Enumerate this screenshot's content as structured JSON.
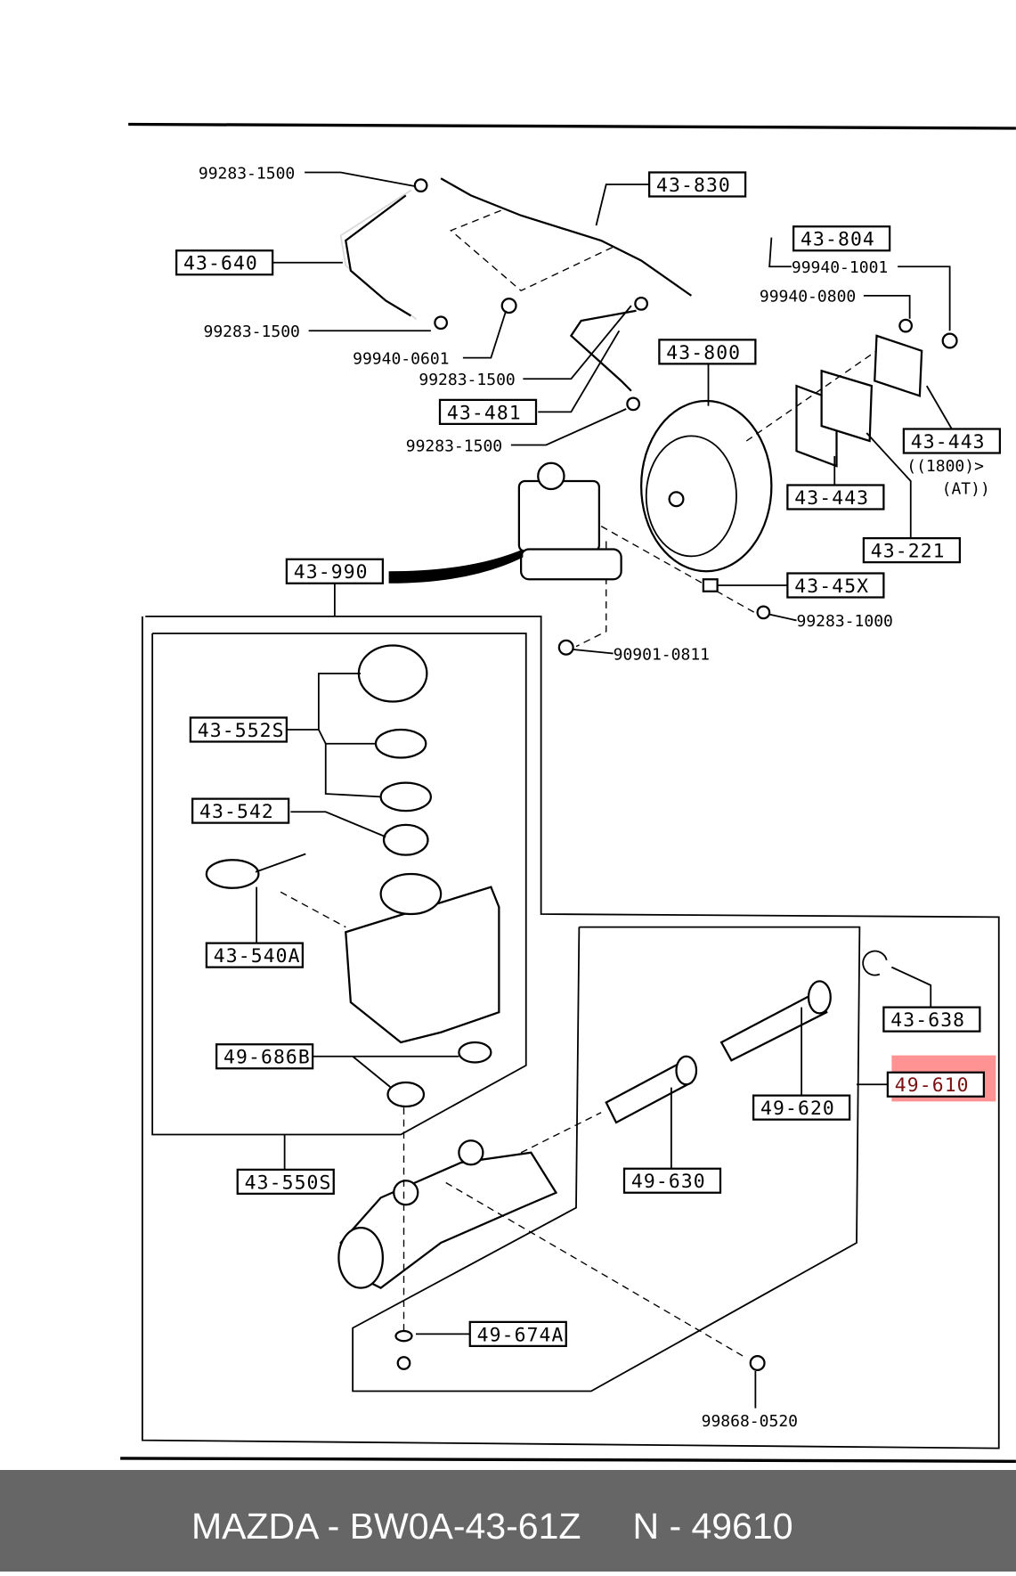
{
  "diagram": {
    "boxed_labels": [
      {
        "id": "43-830",
        "text": "43-830"
      },
      {
        "id": "43-640",
        "text": "43-640"
      },
      {
        "id": "43-804",
        "text": "43-804"
      },
      {
        "id": "43-800",
        "text": "43-800"
      },
      {
        "id": "43-481",
        "text": "43-481"
      },
      {
        "id": "43-443a",
        "text": "43-443"
      },
      {
        "id": "43-443b",
        "text": "43-443"
      },
      {
        "id": "43-221",
        "text": "43-221"
      },
      {
        "id": "43-990",
        "text": "43-990"
      },
      {
        "id": "43-45X",
        "text": "43-45X"
      },
      {
        "id": "43-552S",
        "text": "43-552S"
      },
      {
        "id": "43-542",
        "text": "43-542"
      },
      {
        "id": "43-540A",
        "text": "43-540A"
      },
      {
        "id": "49-686B",
        "text": "49-686B"
      },
      {
        "id": "43-638",
        "text": "43-638"
      },
      {
        "id": "49-610",
        "text": "49-610",
        "highlighted": true
      },
      {
        "id": "49-620",
        "text": "49-620"
      },
      {
        "id": "49-630",
        "text": "49-630"
      },
      {
        "id": "43-550S",
        "text": "43-550S"
      },
      {
        "id": "49-674A",
        "text": "49-674A"
      }
    ],
    "plain_labels": [
      "99283-1500",
      "99283-1500",
      "99940-0601",
      "99283-1500",
      "99283-1500",
      "99940-1001",
      "99940-0800",
      "((1800)>",
      "(AT))",
      "99283-1000",
      "90901-0811",
      "99868-0520"
    ],
    "highlight_color": "#ff8080"
  },
  "footer": {
    "part_number": "MAZDA - BW0A-43-61Z",
    "ref_number": "N - 49610",
    "background": "#666666"
  }
}
